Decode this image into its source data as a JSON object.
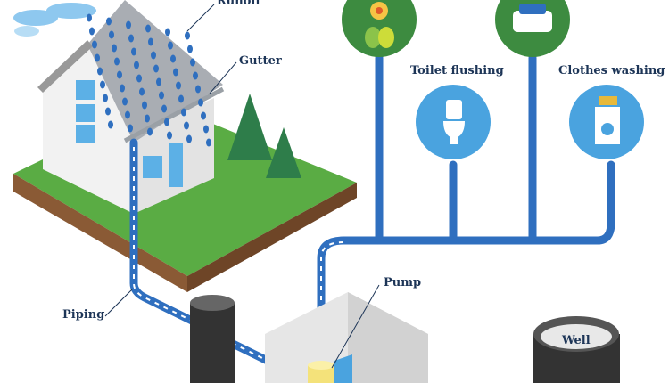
{
  "labels": {
    "runoff": "Runoff",
    "gutter": "Gutter",
    "toilet": "Toilet flushing",
    "clothes": "Clothes washing",
    "piping": "Piping",
    "pump": "Pump",
    "well": "Well"
  },
  "colors": {
    "pipe": "#2f6fbf",
    "green_circle": "#3d8b40",
    "blue_circle": "#4aa3df",
    "grass": "#5aac44",
    "soil": "#8a5a35",
    "text": "#1d3557"
  }
}
